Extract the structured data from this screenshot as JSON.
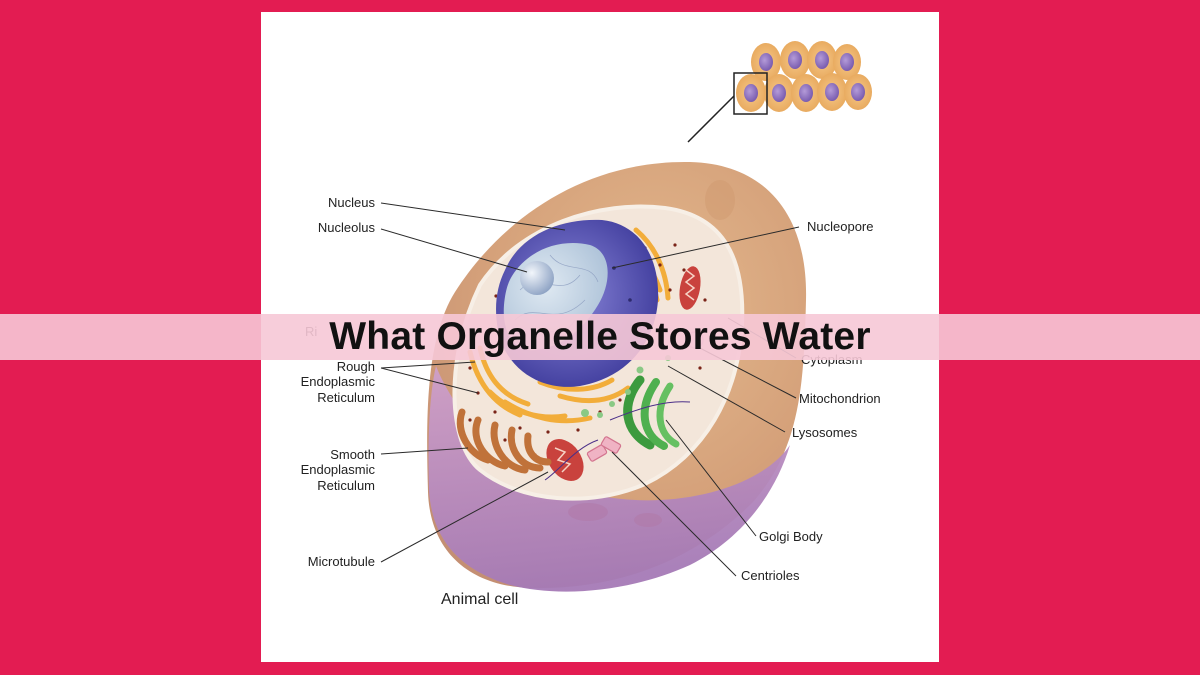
{
  "banner": {
    "title": "What Organelle Stores Water"
  },
  "diagram": {
    "caption": "Animal cell",
    "labels": {
      "nucleus": "Nucleus",
      "nucleolus": "Nucleolus",
      "ribosomes_partial": "Ri",
      "rough_er_1": "Rough",
      "rough_er_2": "Endoplasmic",
      "rough_er_3": "Reticulum",
      "smooth_er_1": "Smooth",
      "smooth_er_2": "Endoplasmic",
      "smooth_er_3": "Reticulum",
      "microtubule": "Microtubule",
      "nucleopore": "Nucleopore",
      "cytoplasm": "Cytoplasm",
      "mitochondrion": "Mitochondrion",
      "lysosomes": "Lysosomes",
      "golgi": "Golgi Body",
      "centrioles": "Centrioles"
    }
  },
  "colors": {
    "background": "#e31c52",
    "panel": "#ffffff",
    "banner": "#f6c8d6",
    "cell_outer": "#d9a77e",
    "cell_lower": "#b88bc2",
    "cytoplasm": "#f3e4d8",
    "nucleus": "#5a57b8",
    "nucleolus": "#b9c9dc",
    "rough_er": "#f2ad3a",
    "smooth_er": "#c0723a",
    "golgi": "#47a648",
    "mitochondrion": "#c9423d"
  }
}
